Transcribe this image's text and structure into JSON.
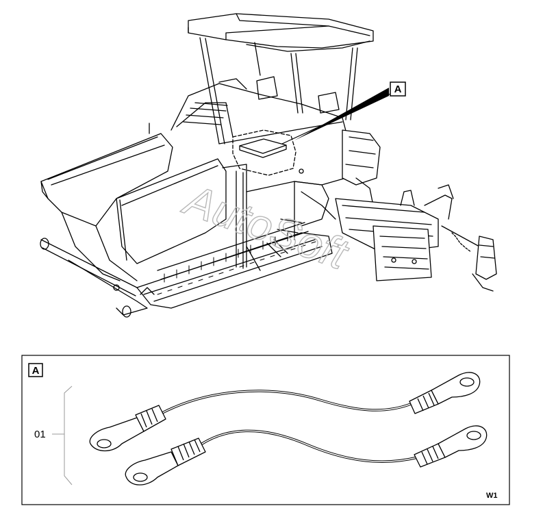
{
  "callout_main": "A",
  "detail": {
    "box_label": "A",
    "part_number": "01",
    "figure_code": "W1"
  },
  "watermark": "AutoSoft"
}
